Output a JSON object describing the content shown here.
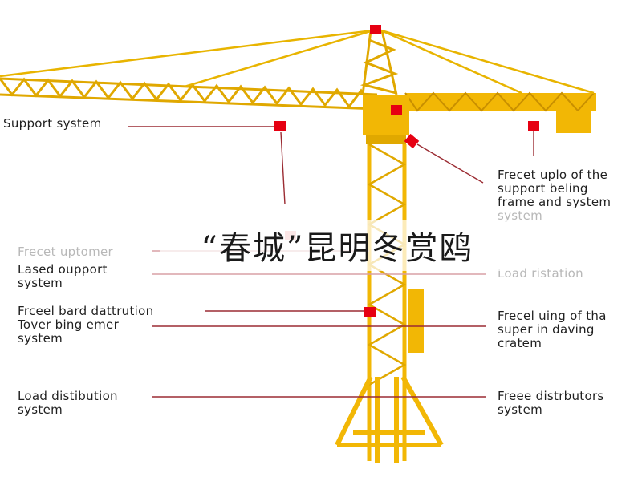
{
  "colors": {
    "crane": "#f2b705",
    "crane_dark": "#c88f00",
    "marker": "#e60012",
    "leader": "#9b2c33",
    "text": "#1f1f1f",
    "faded_text": "#b8b8b8"
  },
  "labels": {
    "support_system": "Support system",
    "fixed_upper_left_1": "Frecet uptomer",
    "fixed_upper_left_2": "Lased oupport\nsystem",
    "fixed_band": "Frceel bard dattrution\nTover bing emer\nsystem",
    "load_distribution": "Load distibution\nsystem",
    "right_top": "Frecet uplo of the\nsupport beling\nframe and system",
    "right_top_faded": "system",
    "load_rotation": "Load ristation",
    "right_mid": "Frecel uing of tha\nsuper in daving\ncratem",
    "free_distributors": "Freee distrbutors\nsystem"
  },
  "watermark": "“春城”昆明冬赏鸥"
}
